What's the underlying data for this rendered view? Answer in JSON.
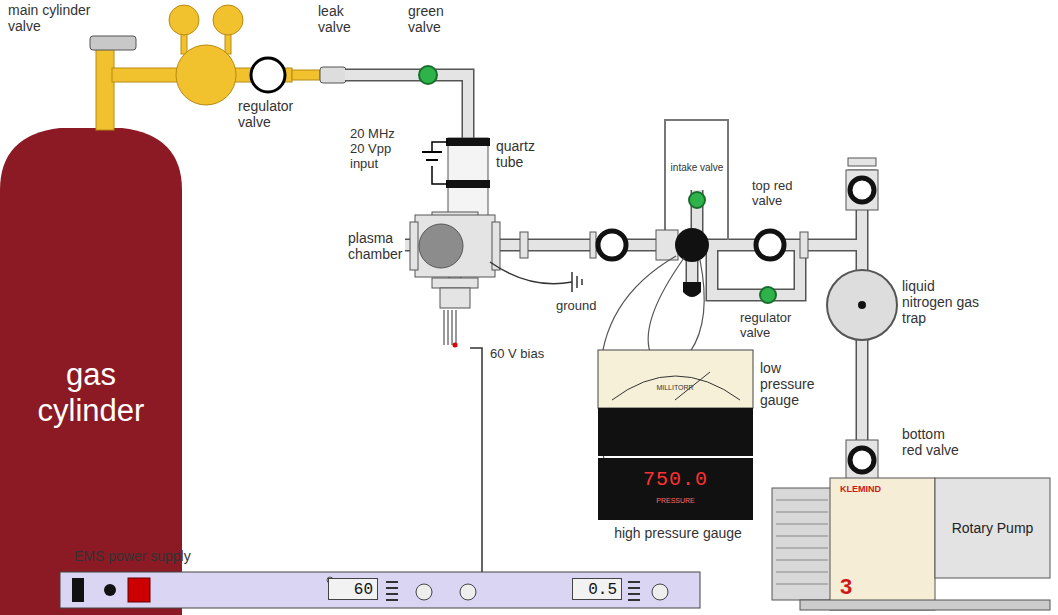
{
  "diagram": {
    "nodes": [
      {
        "text": [
          "gas cylinder"
        ]
      },
      {
        "text": [
          "EMS power supply",
          "60",
          "0.5"
        ]
      },
      {
        "text": [
          "750.0",
          "PRESSURE"
        ]
      },
      {
        "text": [
          "KLEMIND",
          "3"
        ]
      },
      {
        "text": [
          "Rotary Pump"
        ]
      }
    ],
    "labels": [
      "main cylinder valve",
      "leak valve",
      "green valve",
      "regulator valve",
      "20 MHz 20 Vpp input",
      "quartz tube",
      "plasma chamber",
      "ground",
      "60 V bias",
      "intake valve",
      "top red valve",
      "regulator valve",
      "low pressure gauge",
      "liquid nitrogen gas trap",
      "bottom red valve",
      "high pressure gauge",
      "MILLITORR"
    ]
  }
}
